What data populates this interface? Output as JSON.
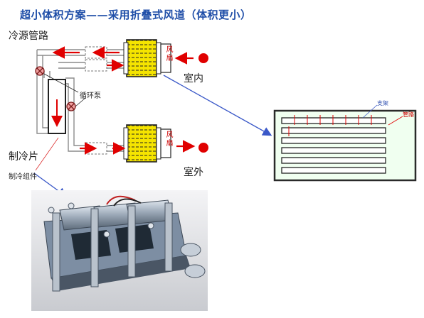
{
  "title": "超小体积方案——采用折叠式风道（体积更小）",
  "labels": {
    "source_pipe": "冷源管路",
    "pump": "循环泵",
    "fan": "风扇",
    "fan_lower": "风扇",
    "indoor": "室内",
    "outdoor": "室外",
    "peltier": "制冷片",
    "assembly": "制冷组件",
    "fin": "支架",
    "tube": "管路"
  },
  "colors": {
    "title": "#1f4ea8",
    "pipe": "#8b8b8b",
    "flow_arrow": "#e00000",
    "exchanger_fill": "#f5e400",
    "duct_fill": "#f0fff0",
    "duct_border": "#2a2a2a",
    "duct_slat": "#ffffff",
    "pointer": "#3a58c8",
    "dot": "#e00000"
  }
}
